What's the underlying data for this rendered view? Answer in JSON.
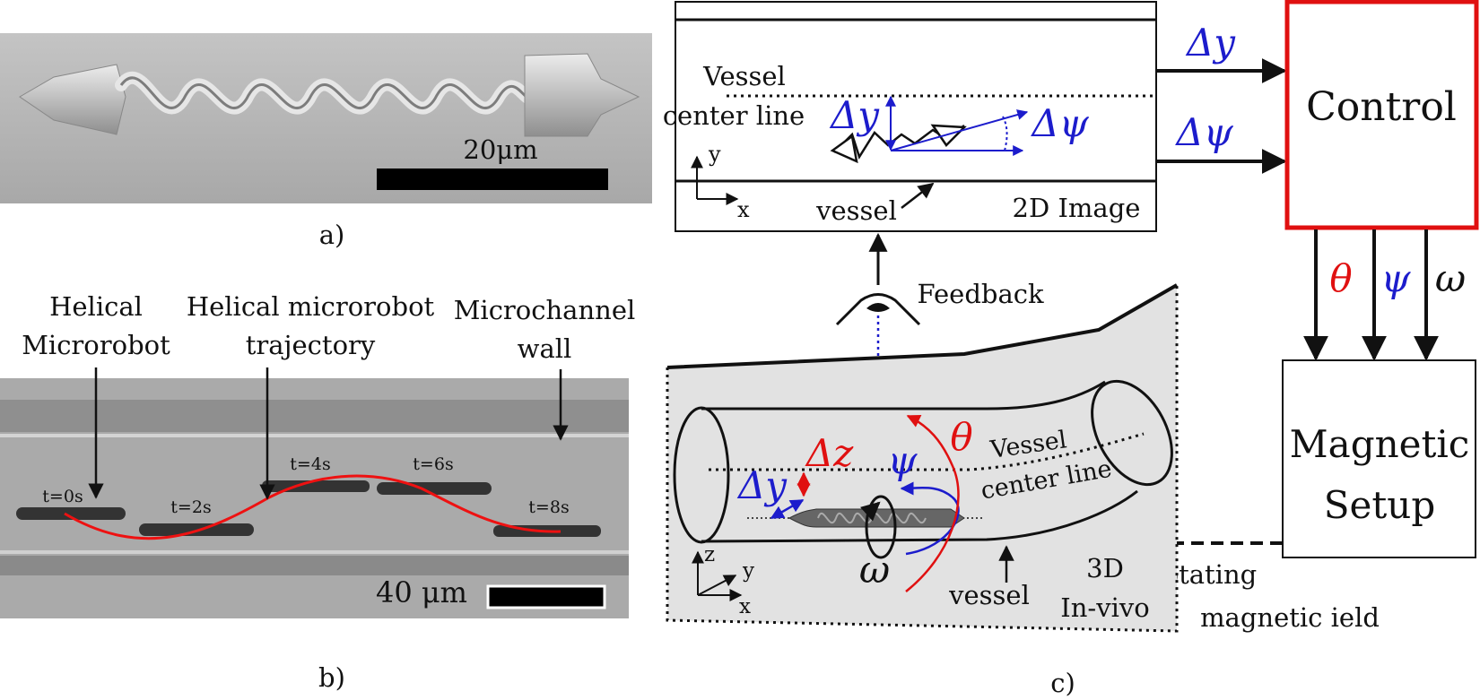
{
  "panel_a": {
    "scale_text": "20μm",
    "caption": "a)"
  },
  "panel_b": {
    "labels": {
      "helical_microrobot_1": "Helical",
      "helical_microrobot_2": "Microrobot",
      "trajectory_1": "Helical microrobot",
      "trajectory_2": "trajectory",
      "wall_1": "Microchannel",
      "wall_2": "wall"
    },
    "time_labels": [
      "t=0s",
      "t=2s",
      "t=4s",
      "t=6s",
      "t=8s"
    ],
    "scale_text": "40 μm",
    "caption": "b)"
  },
  "panel_c": {
    "image_box": {
      "vessel_center_1": "Vessel",
      "vessel_center_2": "center line",
      "delta_y": "Δy",
      "delta_psi": "Δψ",
      "axis_y": "y",
      "axis_x": "x",
      "vessel": "vessel",
      "title": "2D Image"
    },
    "arrows": {
      "delta_y": "Δy",
      "delta_psi": "Δψ",
      "theta": "θ",
      "psi": "ψ",
      "omega": "ω"
    },
    "control_label": "Control",
    "magnetic_1": "Magnetic",
    "magnetic_2": "Setup",
    "rotating_1": "Rotating",
    "rotating_2": "magnetic ield",
    "feedback": "Feedback",
    "invivo": {
      "delta_z": "Δz",
      "delta_y": "Δy",
      "psi": "ψ",
      "theta": "θ",
      "omega": "ω",
      "vessel_center_1": "Vessel",
      "vessel_center_2": "center line",
      "axis_z": "z",
      "axis_y": "y",
      "axis_x": "x",
      "vessel": "vessel",
      "title_1": "3D",
      "title_2": "In-vivo"
    },
    "caption": "c)"
  },
  "colors": {
    "blue": "#1c1ccc",
    "red": "#e01010",
    "control_border": "#e01010",
    "invivo_bg": "#e2e2e2",
    "sem_bg": "#b9b9b9",
    "micro_bg": "#a9a9a9"
  }
}
